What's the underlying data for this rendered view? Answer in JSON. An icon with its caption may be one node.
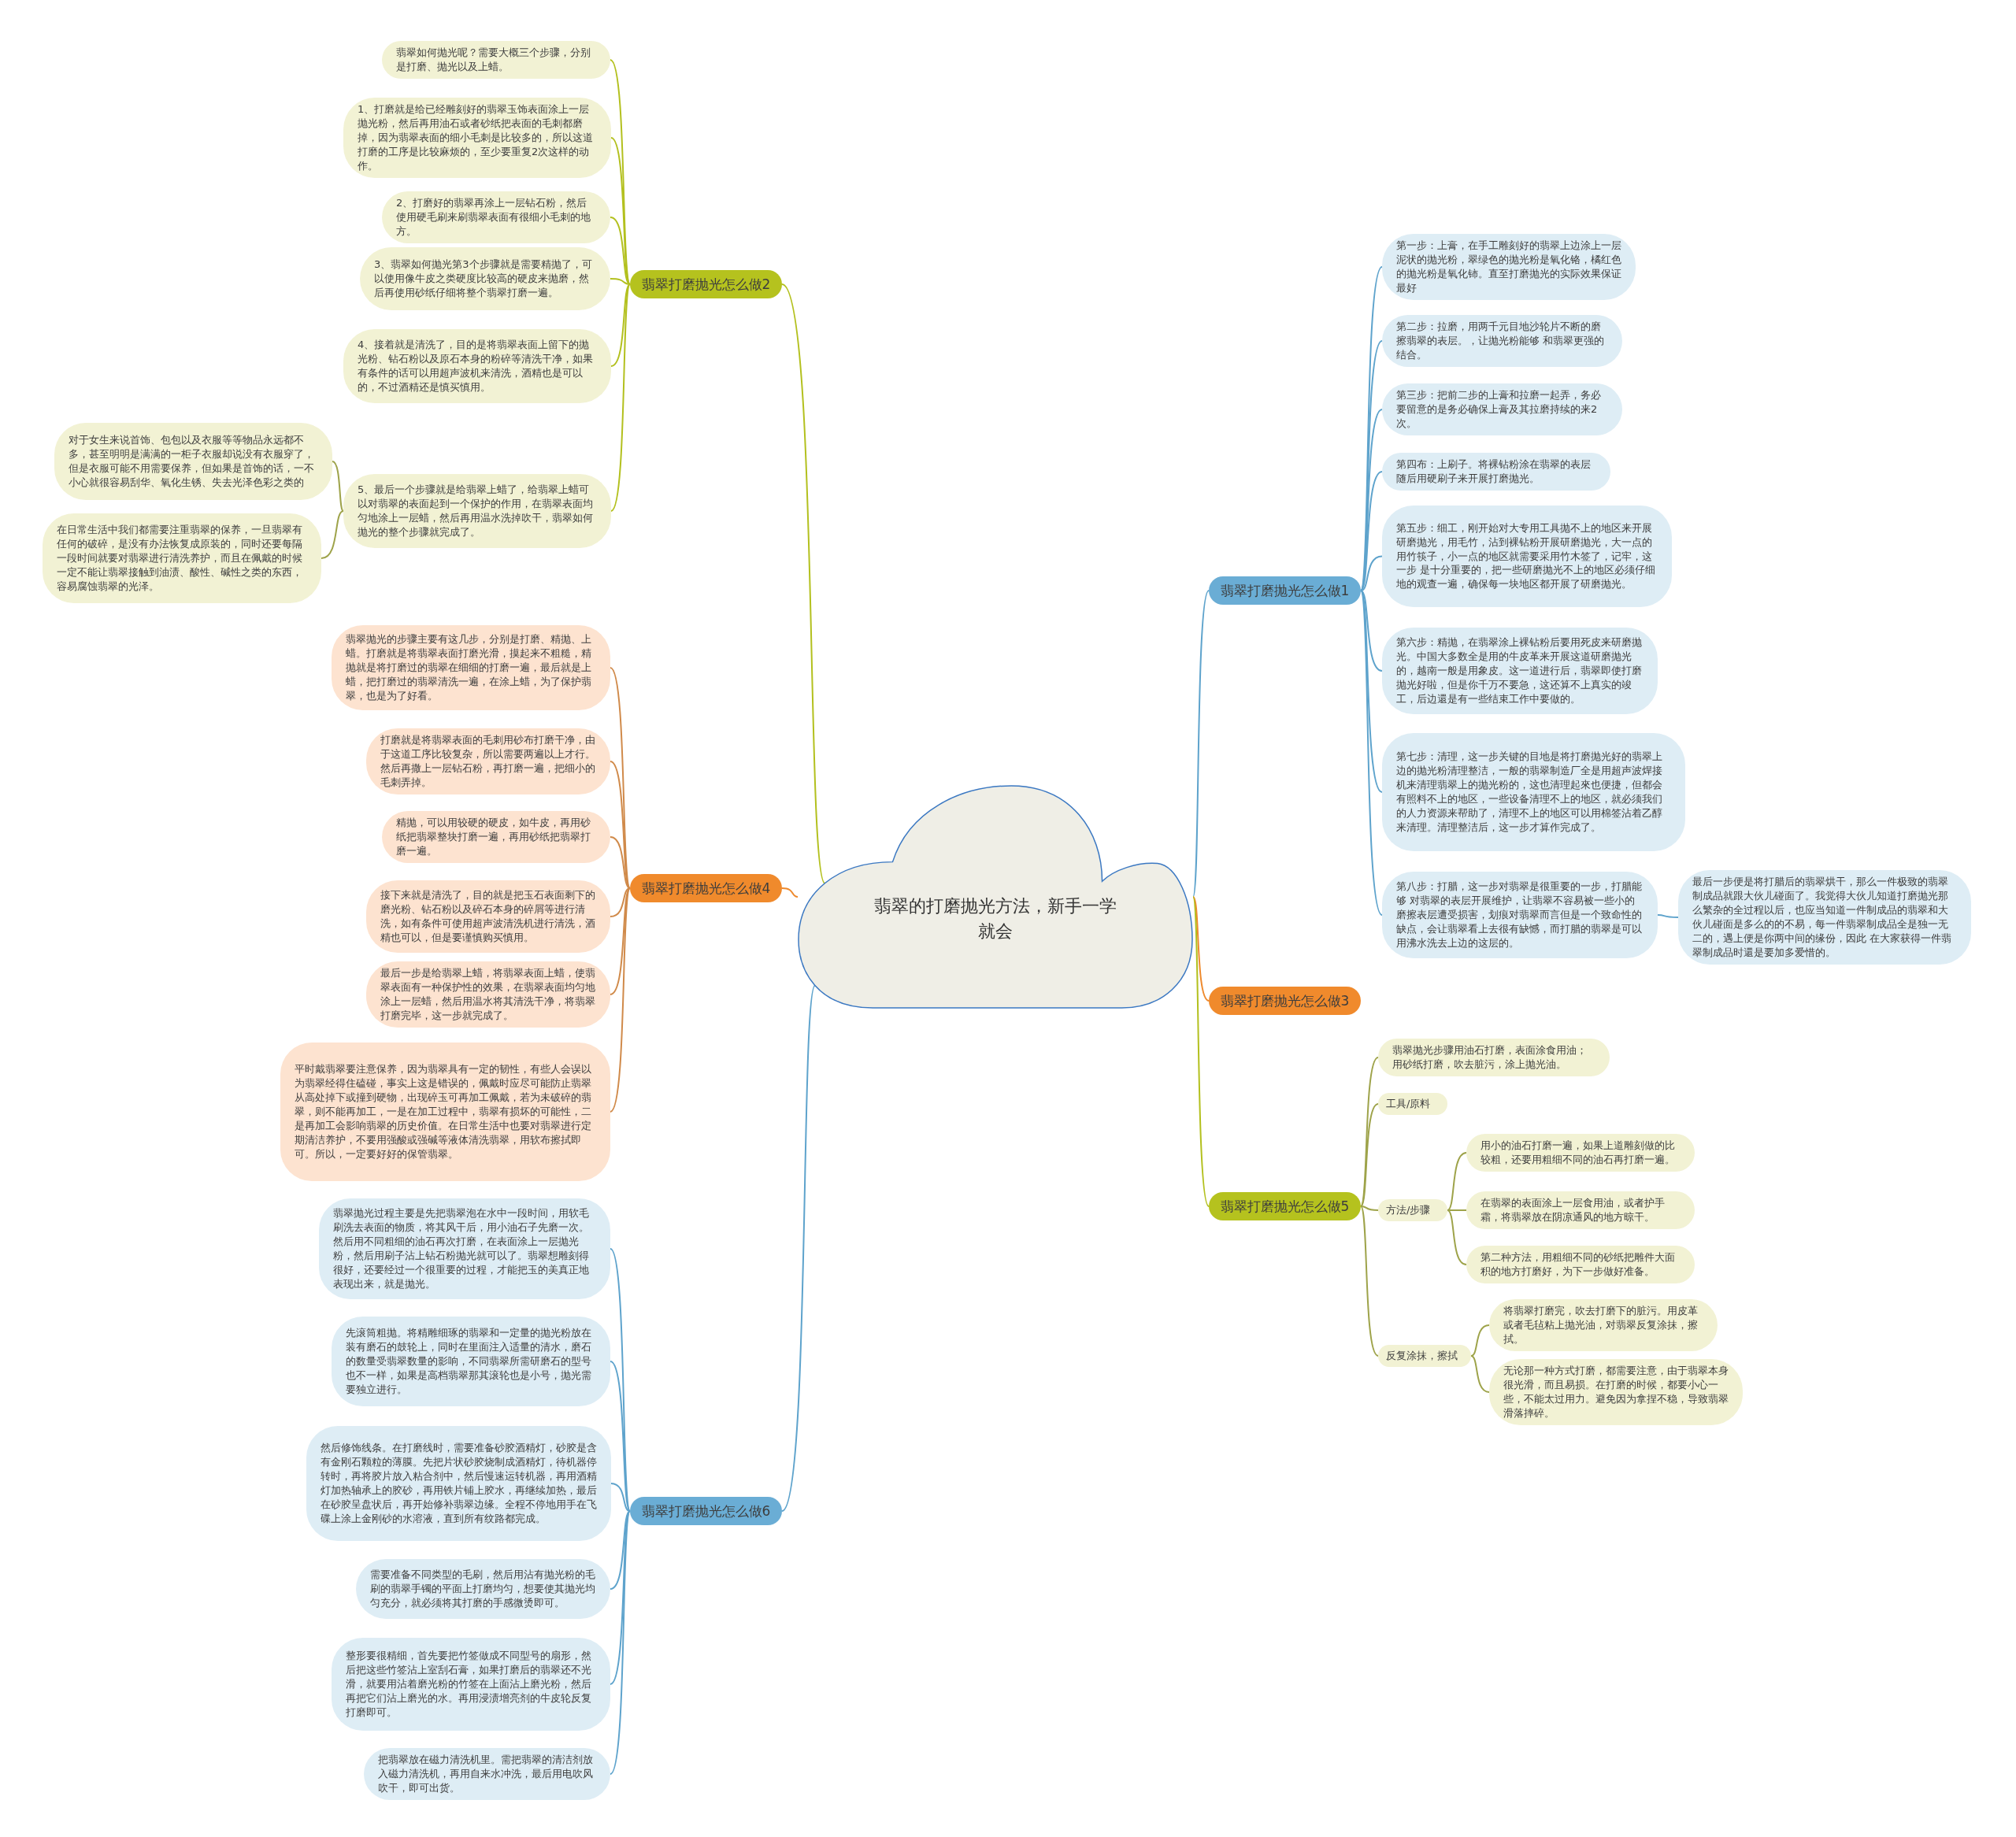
{
  "diagram": {
    "nodes": [
      {
        "text": [
          "翡翠的打磨抛光方法，新手一学就会"
        ]
      },
      {
        "text": [
          "翡翠打磨抛光怎么做1"
        ]
      },
      {
        "text": [
          "第一步：上膏，在手工雕刻好的翡翠上边涂上一层泥状的抛光粉，翠绿色的抛光粉是氧化铬，橘红色的抛光粉是氧化铈。直至打磨抛光的实际效果保证最好"
        ]
      },
      {
        "text": [
          "第二步：拉磨，用两千元目地沙轮片不断的磨擦翡翠的表层。，让抛光粉能够 和翡翠更强的结合。"
        ]
      },
      {
        "text": [
          "第三步：把前二步的上膏和拉磨一起弄，务必要留意的是务必确保上膏及其拉磨持续的来2次。"
        ]
      },
      {
        "text": [
          "第四布：上刷子。将裸钻粉涂在翡翠的表层随后用硬刷子来开展打磨抛光。"
        ]
      },
      {
        "text": [
          "第五步：细工，刚开始对大专用工具抛不上的地区来开展研磨抛光，用毛竹，沾到裸钻粉开展研磨抛光，大一点的用竹筷子，小一点的地区就需要采用竹木签了，记牢，这一步 是十分重要的，把一些研磨抛光不上的地区必须仔细地的观查一遍，确保每一块地区都开展了研磨抛光。"
        ]
      },
      {
        "text": [
          "第六步：精抛，在翡翠涂上裸钻粉后要用死皮来研磨抛光。中国大多数全是用的牛皮革来开展这道研磨抛光的，越南一般是用象皮。这一道进行后，翡翠即使打磨抛光好啦，但是你千万不要急，这还算不上真实的竣工，后边還是有一些结束工作中要做的。"
        ]
      },
      {
        "text": [
          "第七步：清理，这一步关键的目地是将打磨抛光好的翡翠上边的抛光粉清理整洁，一般的翡翠制造厂全是用超声波焊接机来清理翡翠上的抛光粉的，这也清理起來也便捷，但都会有照料不上的地区，一些设备清理不上的地区，就必须我们的人力资源来帮助了，清理不上的地区可以用棉签沾着乙醇来清理。清理整洁后，这一步才算作完成了。"
        ]
      },
      {
        "text": [
          "第八步：打腊，这一步对翡翠是很重要的一步，打腊能够 对翡翠的表层开展维护，让翡翠不容易被一些小的磨擦表层遭受损害，划痕对翡翠而言但是一个致命性的缺点，会让翡翠看上去很有缺憾，而打腊的翡翠是可以用沸水洗去上边的这层的。"
        ]
      },
      {
        "text": [
          "最后一步便是将打腊后的翡翠烘干，那么一件极致的翡翠制成品就跟大伙儿碰面了。我觉得大伙儿知道打磨抛光那么繁杂的全过程以后，也应当知道一件制成品的翡翠和大伙儿碰面是多么的的不易，每一件翡翠制成品全是独一无二的，遇上便是你两中间的缘份，因此 在大家获得一件翡翠制成品时還是要加多爱惜的。"
        ]
      },
      {
        "text": [
          "翡翠打磨抛光怎么做3"
        ]
      },
      {
        "text": [
          "翡翠打磨抛光怎么做5"
        ]
      },
      {
        "text": [
          "翡翠抛光步骤用油石打磨，表面涂食用油；用砂纸打磨，吹去脏污，涂上抛光油。"
        ]
      },
      {
        "text": [
          "工具/原料"
        ]
      },
      {
        "text": [
          "方法/步骤"
        ]
      },
      {
        "text": [
          "用小的油石打磨一遍，如果上道雕刻做的比较粗，还要用粗细不同的油石再打磨一遍。"
        ]
      },
      {
        "text": [
          "在翡翠的表面涂上一层食用油，或者护手霜，将翡翠放在阴凉通风的地方晾干。"
        ]
      },
      {
        "text": [
          "第二种方法，用粗细不同的砂纸把雕件大面积的地方打磨好，为下一步做好准备。"
        ]
      },
      {
        "text": [
          "反复涂抹，擦拭"
        ]
      },
      {
        "text": [
          "将翡翠打磨完，吹去打磨下的脏污。用皮革或者毛毡粘上抛光油，对翡翠反复涂抹，擦拭。"
        ]
      },
      {
        "text": [
          "无论那一种方式打磨，都需要注意，由于翡翠本身很光滑，而且易损。在打磨的时候，都要小心一些，不能太过用力。避免因为拿捏不稳，导致翡翠滑落摔碎。"
        ]
      },
      {
        "text": [
          "翡翠打磨抛光怎么做2"
        ]
      },
      {
        "text": [
          "翡翠如何抛光呢？需要大概三个步骤，分别是打磨、抛光以及上蜡。"
        ]
      },
      {
        "text": [
          "1、打磨就是给已经雕刻好的翡翠玉饰表面涂上一层抛光粉，然后再用油石或者砂纸把表面的毛刺都磨掉，因为翡翠表面的细小毛刺是比较多的，所以这道打磨的工序是比较麻烦的，至少要重复2次这样的动作。"
        ]
      },
      {
        "text": [
          "2、打磨好的翡翠再涂上一层钻石粉，然后使用硬毛刷来刷翡翠表面有很细小毛刺的地方。"
        ]
      },
      {
        "text": [
          "3、翡翠如何抛光第3个步骤就是需要精抛了，可以使用像牛皮之类硬度比较高的硬皮来抛磨，然后再使用砂纸仔细将整个翡翠打磨一遍。"
        ]
      },
      {
        "text": [
          "4、接着就是清洗了，目的是将翡翠表面上留下的抛光粉、钻石粉以及原石本身的粉碎等清洗干净，如果有条件的话可以用超声波机来清洗，酒精也是可以的，不过酒精还是慎买慎用。"
        ]
      },
      {
        "text": [
          "5、最后一个步骤就是给翡翠上蜡了，给翡翠上蜡可以对翡翠的表面起到一个保护的作用，在翡翠表面均匀地涂上一层蜡，然后再用温水洗掉吹干，翡翠如何抛光的整个步骤就完成了。"
        ]
      },
      {
        "text": [
          "对于女生来说首饰、包包以及衣服等等物品永远都不多，甚至明明是满满的一柜子衣服却说没有衣服穿了，但是衣服可能不用需要保养，但如果是首饰的话，一不小心就很容易刮华、氧化生锈、失去光泽色彩之类的"
        ]
      },
      {
        "text": [
          "在日常生活中我们都需要注重翡翠的保养，一旦翡翠有任何的破碎，是没有办法恢复成原装的，同时还要每隔一段时间就要对翡翠进行清洗养护，而且在佩戴的时候一定不能让翡翠接触到油渍、酸性、碱性之类的东西，容易腐蚀翡翠的光泽。"
        ]
      },
      {
        "text": [
          "翡翠打磨抛光怎么做4"
        ]
      },
      {
        "text": [
          "翡翠抛光的步骤主要有这几步，分别是打磨、精抛、上蜡。打磨就是将翡翠表面打磨光滑，摸起来不粗糙，精抛就是将打磨过的翡翠在细细的打磨一遍，最后就是上蜡，把打磨过的翡翠清洗一遍，在涂上蜡，为了保护翡翠，也是为了好看。"
        ]
      },
      {
        "text": [
          "打磨就是将翡翠表面的毛刺用砂布打磨干净，由于这道工序比较复杂，所以需要两遍以上才行。然后再撒上一层钻石粉，再打磨一遍，把细小的毛刺弄掉。"
        ]
      },
      {
        "text": [
          "精抛，可以用较硬的硬皮，如牛皮，再用砂纸把翡翠整块打磨一遍，再用砂纸把翡翠打磨一遍。"
        ]
      },
      {
        "text": [
          "接下来就是清洗了，目的就是把玉石表面剩下的磨光粉、钻石粉以及碎石本身的碎屑等进行清洗，如有条件可使用超声波清洗机进行清洗，酒精也可以，但是要谨慎购买慎用。"
        ]
      },
      {
        "text": [
          "最后一步是给翡翠上蜡，将翡翠表面上蜡，使翡翠表面有一种保护性的效果，在翡翠表面均匀地涂上一层蜡，然后用温水将其清洗干净，将翡翠打磨完毕，这一步就完成了。"
        ]
      },
      {
        "text": [
          "平时戴翡翠要注意保养，因为翡翠具有一定的韧性，有些人会误以为翡翠经得住磕碰，事实上这是错误的，佩戴时应尽可能防止翡翠从高处掉下或撞到硬物，出现碎玉可再加工佩戴，若为未破碎的翡翠，则不能再加工，一是在加工过程中，翡翠有损坏的可能性，二是再加工会影响翡翠的历史价值。在日常生活中也要对翡翠进行定期清洁养护，不要用强酸或强碱等液体清洗翡翠，用软布擦拭即可。所以，一定要好好的保管翡翠。"
        ]
      },
      {
        "text": [
          "翡翠打磨抛光怎么做6"
        ]
      },
      {
        "text": [
          "翡翠抛光过程主要是先把翡翠泡在水中一段时间，用软毛刷洗去表面的物质，将其风干后，用小油石子先磨一次。然后用不同粗细的油石再次打磨，在表面涂上一层抛光粉，然后用刷子沾上钻石粉抛光就可以了。翡翠想雕刻得很好，还要经过一个很重要的过程，才能把玉的美真正地表现出来，就是抛光。"
        ]
      },
      {
        "text": [
          "先滚筒粗抛。将精雕细琢的翡翠和一定量的抛光粉放在装有磨石的鼓轮上，同时在里面注入适量的清水，磨石的数量受翡翠数量的影响，不同翡翠所需研磨石的型号也不一样，如果是高档翡翠那其滚轮也是小号，抛光需要独立进行。"
        ]
      },
      {
        "text": [
          "然后修饰线条。在打磨线时，需要准备砂胶酒精灯，砂胶是含有金刚石颗粒的薄膜。先把片状砂胶烧制成酒精灯，待机器停转时，再将胶片放入粘合剂中，然后慢速运转机器，再用酒精灯加热轴承上的胶砂，再用铁片铺上胶水，再继续加热，最后在砂胶呈盘状后，再开始修补翡翠边缘。全程不停地用手在飞碟上涂上金刚砂的水溶液，直到所有纹路都完成。"
        ]
      },
      {
        "text": [
          "需要准备不同类型的毛刷，然后用沾有抛光粉的毛刷的翡翠手镯的平面上打磨均匀，想要使其抛光均匀充分，就必须将其打磨的手感微烫即可。"
        ]
      },
      {
        "text": [
          "整形要很精细，首先要把竹签做成不同型号的扇形，然后把这些竹签沾上室刮石膏，如果打磨后的翡翠还不光滑，就要用沾着磨光粉的竹签在上面沾上磨光粉，然后再把它们沾上磨光的水。再用浸渍增亮剂的牛皮轮反复打磨即可。"
        ]
      },
      {
        "text": [
          "把翡翠放在磁力清洗机里。需把翡翠的清洁剂放入磁力清洗机，再用自来水冲洗，最后用电吹风吹干，即可出货。"
        ]
      }
    ],
    "edges": [
      {
        "from": 0,
        "to": 1,
        "arrow": "none",
        "color": "#5ea3cc"
      },
      {
        "from": 1,
        "to": 2,
        "arrow": "none",
        "color": "#5ea3cc"
      },
      {
        "from": 1,
        "to": 3,
        "arrow": "none",
        "color": "#5ea3cc"
      },
      {
        "from": 1,
        "to": 4,
        "arrow": "none",
        "color": "#5ea3cc"
      },
      {
        "from": 1,
        "to": 5,
        "arrow": "none",
        "color": "#5ea3cc"
      },
      {
        "from": 1,
        "to": 6,
        "arrow": "none",
        "color": "#5ea3cc"
      },
      {
        "from": 1,
        "to": 7,
        "arrow": "none",
        "color": "#5ea3cc"
      },
      {
        "from": 1,
        "to": 8,
        "arrow": "none",
        "color": "#5ea3cc"
      },
      {
        "from": 1,
        "to": 9,
        "arrow": "none",
        "color": "#5ea3cc"
      },
      {
        "from": 9,
        "to": 10,
        "arrow": "none",
        "color": "#5ea3cc"
      },
      {
        "from": 0,
        "to": 11,
        "arrow": "none",
        "color": "#ee8a2e"
      },
      {
        "from": 0,
        "to": 12,
        "arrow": "none",
        "color": "#b3c01e"
      },
      {
        "from": 12,
        "to": 13,
        "arrow": "none",
        "color": "#9ea34a"
      },
      {
        "from": 12,
        "to": 14,
        "arrow": "none",
        "color": "#9ea34a"
      },
      {
        "from": 12,
        "to": 15,
        "arrow": "none",
        "color": "#9ea34a"
      },
      {
        "from": 15,
        "to": 16,
        "arrow": "none",
        "color": "#9ea34a"
      },
      {
        "from": 15,
        "to": 17,
        "arrow": "none",
        "color": "#9ea34a"
      },
      {
        "from": 15,
        "to": 18,
        "arrow": "none",
        "color": "#9ea34a"
      },
      {
        "from": 12,
        "to": 19,
        "arrow": "none",
        "color": "#9ea34a"
      },
      {
        "from": 19,
        "to": 20,
        "arrow": "none",
        "color": "#9ea34a"
      },
      {
        "from": 19,
        "to": 21,
        "arrow": "none",
        "color": "#9ea34a"
      },
      {
        "from": 0,
        "to": 22,
        "arrow": "none",
        "color": "#b3c01e"
      },
      {
        "from": 22,
        "to": 23,
        "arrow": "none",
        "color": "#b3c01e"
      },
      {
        "from": 22,
        "to": 24,
        "arrow": "none",
        "color": "#b3c01e"
      },
      {
        "from": 22,
        "to": 25,
        "arrow": "none",
        "color": "#b3c01e"
      },
      {
        "from": 22,
        "to": 26,
        "arrow": "none",
        "color": "#b3c01e"
      },
      {
        "from": 22,
        "to": 27,
        "arrow": "none",
        "color": "#b3c01e"
      },
      {
        "from": 22,
        "to": 28,
        "arrow": "none",
        "color": "#b3c01e"
      },
      {
        "from": 28,
        "to": 29,
        "arrow": "none",
        "color": "#9ea34a"
      },
      {
        "from": 28,
        "to": 30,
        "arrow": "none",
        "color": "#9ea34a"
      },
      {
        "from": 0,
        "to": 31,
        "arrow": "none",
        "color": "#ee8a2e"
      },
      {
        "from": 31,
        "to": 32,
        "arrow": "none",
        "color": "#d08a4a"
      },
      {
        "from": 31,
        "to": 33,
        "arrow": "none",
        "color": "#d08a4a"
      },
      {
        "from": 31,
        "to": 34,
        "arrow": "none",
        "color": "#d08a4a"
      },
      {
        "from": 31,
        "to": 35,
        "arrow": "none",
        "color": "#d08a4a"
      },
      {
        "from": 31,
        "to": 36,
        "arrow": "none",
        "color": "#d08a4a"
      },
      {
        "from": 31,
        "to": 37,
        "arrow": "none",
        "color": "#d08a4a"
      },
      {
        "from": 0,
        "to": 38,
        "arrow": "none",
        "color": "#5ea3cc"
      },
      {
        "from": 38,
        "to": 39,
        "arrow": "none",
        "color": "#5ea3cc"
      },
      {
        "from": 38,
        "to": 40,
        "arrow": "none",
        "color": "#5ea3cc"
      },
      {
        "from": 38,
        "to": 41,
        "arrow": "none",
        "color": "#5ea3cc"
      },
      {
        "from": 38,
        "to": 42,
        "arrow": "none",
        "color": "#5ea3cc"
      },
      {
        "from": 38,
        "to": 43,
        "arrow": "none",
        "color": "#5ea3cc"
      },
      {
        "from": 38,
        "to": 44,
        "arrow": "none",
        "color": "#5ea3cc"
      }
    ]
  }
}
